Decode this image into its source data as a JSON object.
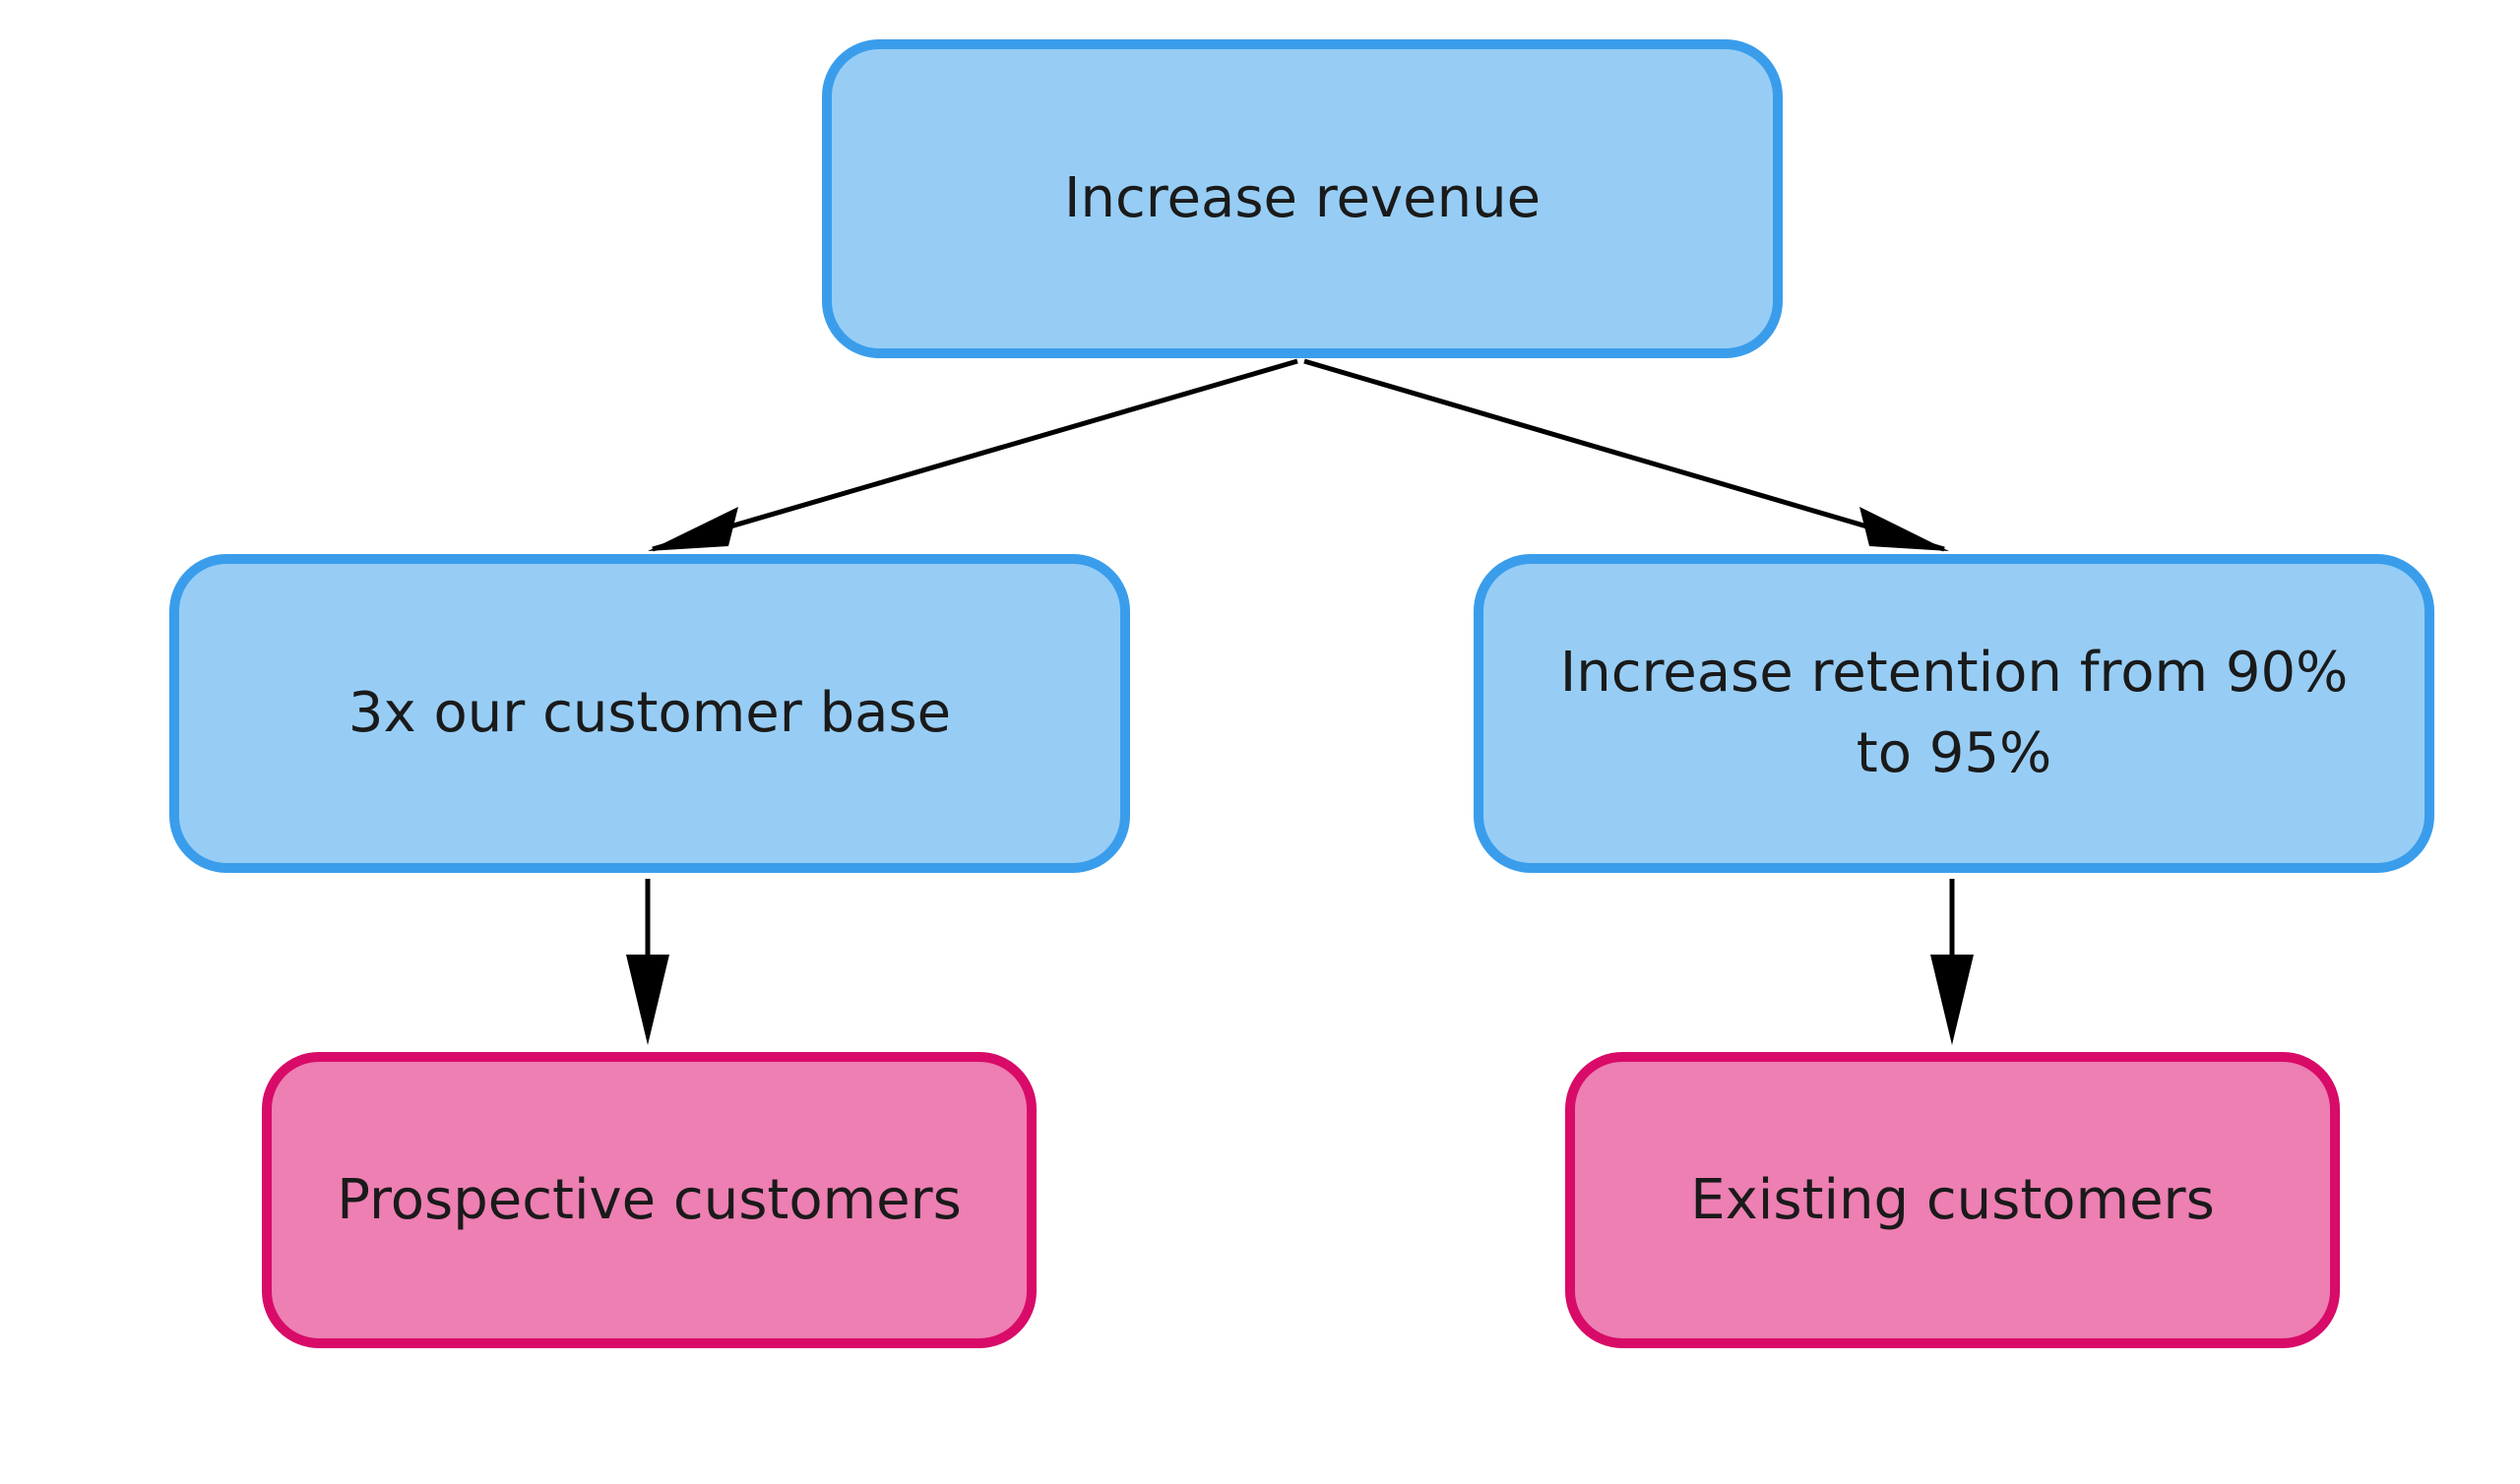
{
  "nodes": {
    "root": {
      "label": "Increase revenue",
      "fill": "#97cdf5",
      "stroke": "#3a9deb"
    },
    "left": {
      "label": "3x our customer base",
      "fill": "#97cdf5",
      "stroke": "#3a9deb"
    },
    "right": {
      "label": "Increase retention from 90% to 95%",
      "fill": "#97cdf5",
      "stroke": "#3a9deb"
    },
    "prospective": {
      "label": "Prospective customers",
      "fill": "#ed7fb2",
      "stroke": "#d80b68"
    },
    "existing": {
      "label": "Existing customers",
      "fill": "#ed7fb2",
      "stroke": "#d80b68"
    }
  },
  "edges": [
    {
      "from": "root",
      "to": "left"
    },
    {
      "from": "root",
      "to": "right"
    },
    {
      "from": "left",
      "to": "prospective"
    },
    {
      "from": "right",
      "to": "existing"
    }
  ],
  "edge_color": "#000000"
}
